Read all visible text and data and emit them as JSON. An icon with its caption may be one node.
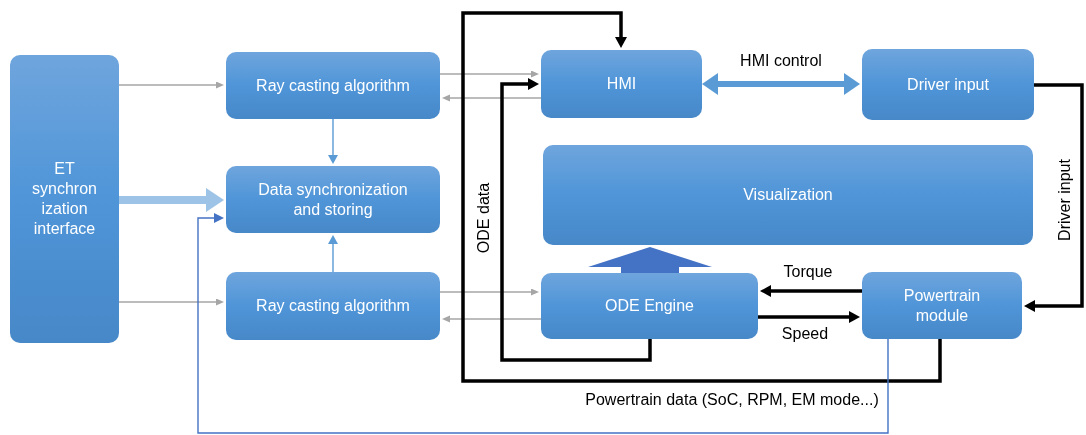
{
  "diagram": {
    "nodes": [
      {
        "text": [
          "ET synchronization interface"
        ]
      },
      {
        "text": [
          "Ray casting algorithm"
        ]
      },
      {
        "text": [
          "Data synchronization and storing"
        ]
      },
      {
        "text": [
          "Ray casting algorithm"
        ]
      },
      {
        "text": [
          "HMI"
        ]
      },
      {
        "text": [
          "Driver input"
        ]
      },
      {
        "text": [
          "Visualization"
        ]
      },
      {
        "text": [
          "ODE Engine"
        ]
      },
      {
        "text": [
          "Powertrain module"
        ]
      }
    ],
    "edges": [
      {
        "from": 0,
        "to": 1,
        "arrow": "to"
      },
      {
        "from": 0,
        "to": 2,
        "arrow": "to",
        "style": "thick",
        "color": "#9dc3e6"
      },
      {
        "from": 0,
        "to": 3,
        "arrow": "to"
      },
      {
        "from": 1,
        "to": 4,
        "arrow": "to"
      },
      {
        "from": 4,
        "to": 1,
        "arrow": "to"
      },
      {
        "from": 1,
        "to": 2,
        "arrow": "to",
        "color": "#5b9bd5"
      },
      {
        "from": 3,
        "to": 2,
        "arrow": "to",
        "color": "#5b9bd5"
      },
      {
        "from": 3,
        "to": 7,
        "arrow": "to"
      },
      {
        "from": 7,
        "to": 3,
        "arrow": "to"
      },
      {
        "from": 4,
        "to": 5,
        "arrow": "both",
        "label": "HMI control",
        "style": "thick",
        "color": "#5b9bd5"
      },
      {
        "from": 5,
        "to": 8,
        "arrow": "to",
        "label": "Driver input",
        "style": "thick",
        "color": "#000000"
      },
      {
        "from": 8,
        "to": 7,
        "arrow": "to",
        "label": "Torque",
        "style": "thick",
        "color": "#000000"
      },
      {
        "from": 7,
        "to": 8,
        "arrow": "to",
        "label": "Speed",
        "style": "thick",
        "color": "#000000"
      },
      {
        "from": 7,
        "to": 4,
        "arrow": "to",
        "label": "ODE data",
        "style": "thick",
        "color": "#000000"
      },
      {
        "from": 8,
        "to": 4,
        "arrow": "to",
        "label": "Powertrain data (SoC, RPM, EM mode...)",
        "style": "thick",
        "color": "#000000"
      },
      {
        "from": 8,
        "to": 2,
        "arrow": "to",
        "color": "#4472c4"
      },
      {
        "from": 7,
        "to": 6,
        "arrow": "to",
        "style": "thick",
        "color": "#4472c4"
      }
    ]
  }
}
